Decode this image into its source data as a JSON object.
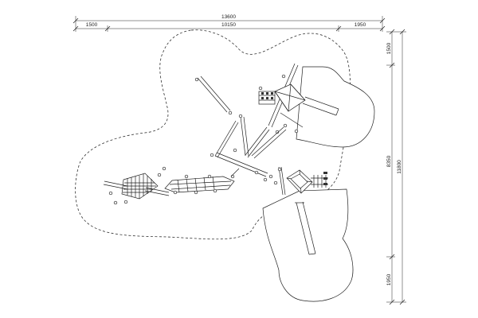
{
  "dimensions": {
    "top_total": "13600",
    "top_left": "1500",
    "top_middle": "10150",
    "top_right": "1950",
    "right_top": "1500",
    "right_middle": "8350",
    "right_total": "11800",
    "right_bottom": "1950"
  },
  "colors": {
    "line": "#222222",
    "background": "#ffffff"
  }
}
